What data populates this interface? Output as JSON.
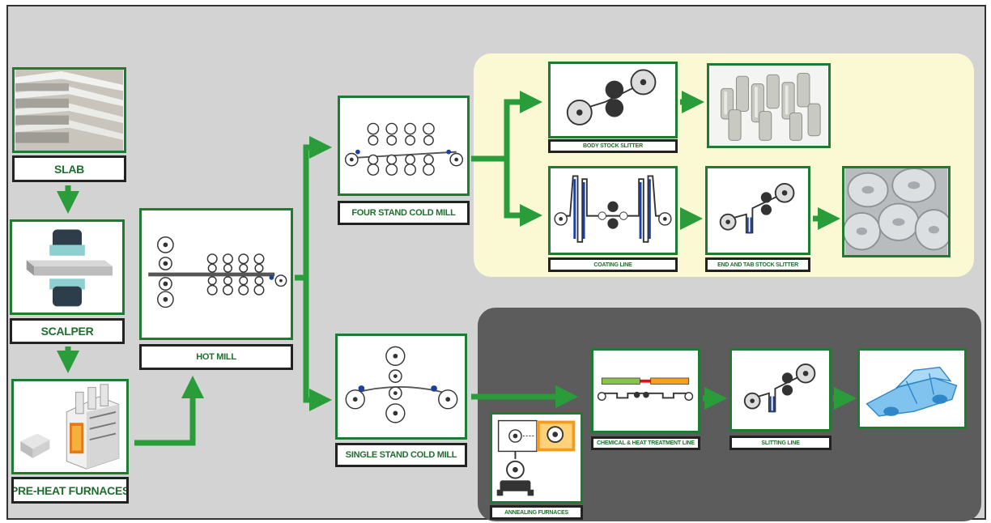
{
  "steps": {
    "slab": "SLAB",
    "scalper": "SCALPER",
    "preheat": "PRE-HEAT FURNACES",
    "hot_mill": "HOT MILL",
    "four_stand": "FOUR STAND COLD MILL",
    "single_stand": "SINGLE STAND COLD MILL",
    "body_slitter": "BODY STOCK SLITTER",
    "coating_line": "COATING LINE",
    "end_tab_slitter": "END AND TAB STOCK SLITTER",
    "annealing": "ANNEALING FURNACES",
    "chem_heat": "CHEMICAL & HEAT TREATMENT LINE",
    "slitting": "SLITTING LINE"
  },
  "colors": {
    "arrow_green": "#2a9d3a",
    "box_border": "#1f7a32",
    "label_text": "#1f6e2e",
    "panel_packaging": "#fbf8d4",
    "panel_automotive": "#5c5c5c"
  },
  "icons": {
    "slab": "aluminum-slab-stack-photo",
    "scalper": "scalper-machine-icon",
    "preheat": "furnace-icon",
    "hot_mill": "hot-mill-rolls-icon",
    "four_stand": "four-stand-rolls-icon",
    "single_stand": "single-stand-rolls-icon",
    "body_slitter": "slitter-rolls-icon",
    "coating_line": "coating-line-icon",
    "end_tab_slitter": "slitter-icon",
    "annealing": "annealing-furnace-icon",
    "chem_heat": "chemical-heat-line-icon",
    "slitting": "slitting-line-icon",
    "cans": "beverage-cans-photo",
    "can_ends": "can-ends-photo",
    "car_body": "car-body-frame-icon"
  }
}
